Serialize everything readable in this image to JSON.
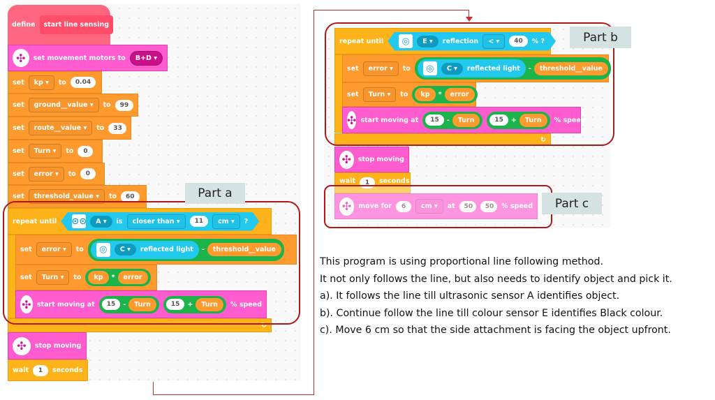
{
  "left": {
    "define": {
      "keyword": "define",
      "name": "start line sensing"
    },
    "motors": {
      "text": "set movement motors to",
      "value": "B+D"
    },
    "vars": [
      {
        "set": "set",
        "var": "kp",
        "to": "to",
        "value": "0.04"
      },
      {
        "set": "set",
        "var": "ground__value",
        "to": "to",
        "value": "99"
      },
      {
        "set": "set",
        "var": "route__value",
        "to": "to",
        "value": "33"
      },
      {
        "set": "set",
        "var": "Turn",
        "to": "to",
        "value": "0"
      },
      {
        "set": "set",
        "var": "error",
        "to": "to",
        "value": "0"
      },
      {
        "set": "set",
        "var": "threshold_value",
        "to": "to",
        "value": "60"
      }
    ],
    "repeat": {
      "label": "repeat until",
      "port": "A",
      "is": "is",
      "cond": "closer than",
      "value": "11",
      "unit": "cm",
      "q": "?"
    },
    "set_error": {
      "set": "set",
      "var": "error",
      "to": "to",
      "port": "C",
      "text": "reflected light",
      "op": "-",
      "rhs": "threshold__value"
    },
    "set_turn": {
      "set": "set",
      "var": "Turn",
      "to": "to",
      "a": "kp",
      "op": "*",
      "b": "error"
    },
    "start": {
      "text": "start moving at",
      "l": "15",
      "lop": "-",
      "lv": "Turn",
      "r": "15",
      "rop": "+",
      "rv": "Turn",
      "suffix": "% speed"
    },
    "stop": "stop moving",
    "wait": {
      "label": "wait",
      "value": "1",
      "unit": "seconds"
    },
    "part": "Part a"
  },
  "right": {
    "repeat": {
      "label": "repeat until",
      "port": "E",
      "text": "reflection",
      "op": "<",
      "value": "40",
      "suffix": "% ?"
    },
    "set_error": {
      "set": "set",
      "var": "error",
      "to": "to",
      "port": "C",
      "text": "reflected light",
      "op": "-",
      "rhs": "threshold__value"
    },
    "set_turn": {
      "set": "set",
      "var": "Turn",
      "to": "to",
      "a": "kp",
      "op": "*",
      "b": "error"
    },
    "start": {
      "text": "start moving at",
      "l": "15",
      "lop": "-",
      "lv": "Turn",
      "r": "15",
      "rop": "+",
      "rv": "Turn",
      "suffix": "% speed"
    },
    "stop": "stop moving",
    "wait": {
      "label": "wait",
      "value": "1",
      "unit": "seconds"
    },
    "move": {
      "text": "move for",
      "value": "6",
      "unit": "cm",
      "at": "at",
      "l": "50",
      "r": "50",
      "suffix": "% speed"
    },
    "part_b": "Part b",
    "part_c": "Part c"
  },
  "description": [
    "This program is using proportional line following method.",
    "It not only follows the line, but also needs to identify object and pick it.",
    "a). It follows the line till ultrasonic sensor A identifies object.",
    "b). Continue follow the line till colour sensor E identifies Black colour.",
    "c). Move 6 cm so that the side attachment is facing the object upfront."
  ],
  "colors": {
    "annotation_red": "#b01818",
    "motor_block": "#ff5cd0",
    "variable_block": "#ff9a2e",
    "control_block": "#ffb31a",
    "sensor_block": "#22c8ee",
    "operator": "#1bb34a"
  }
}
